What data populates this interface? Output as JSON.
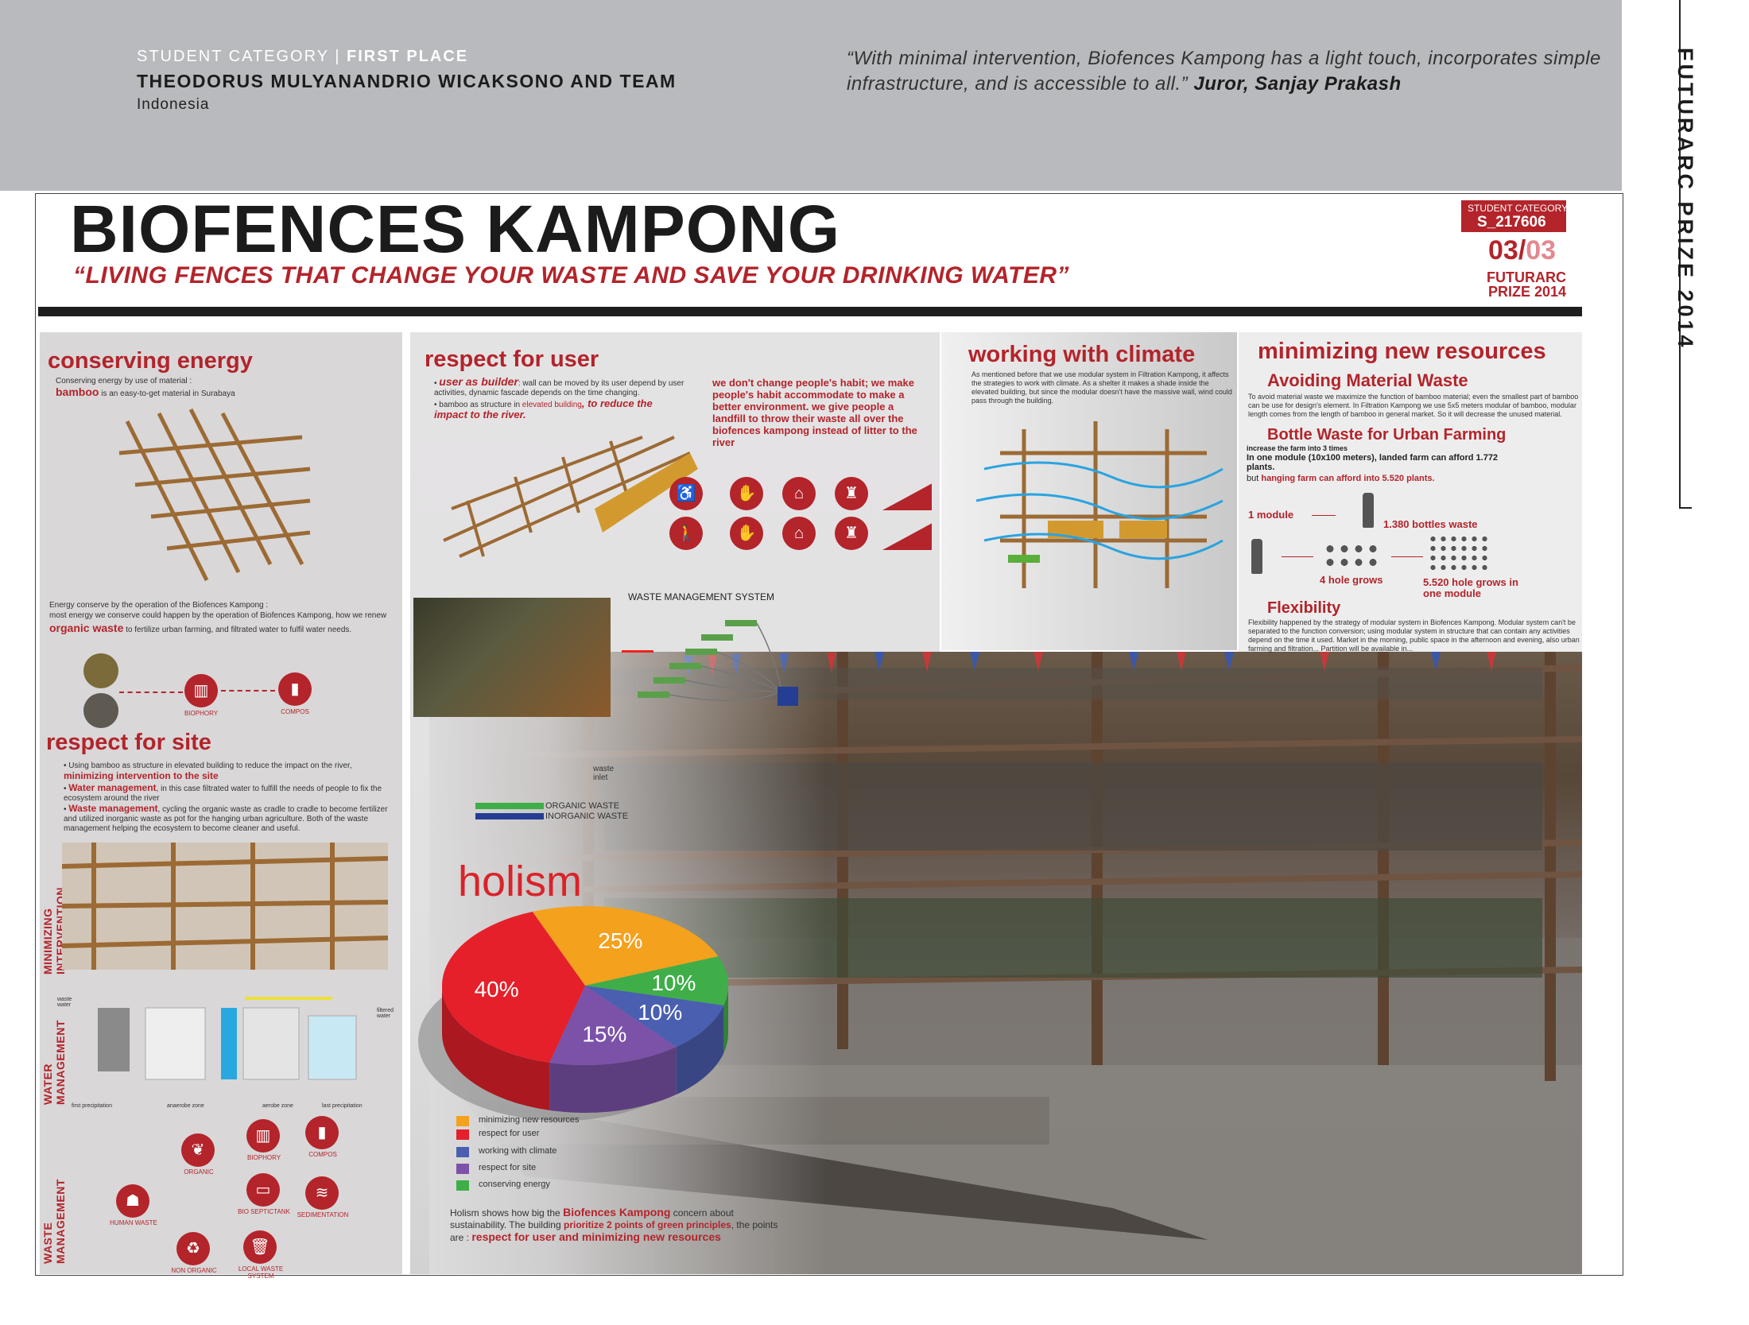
{
  "header": {
    "category": "STUDENT CATEGORY",
    "place": "FIRST PLACE",
    "team": "THEODORUS MULYANANDRIO WICAKSONO AND TEAM",
    "country": "Indonesia",
    "quote": "“With minimal intervention, Biofences Kampong has a light touch, incorporates simple infrastructure, and is accessible to all.”",
    "quote_author": "Juror, Sanjay Prakash",
    "rail_text": "FUTURARC PRIZE 2014"
  },
  "poster": {
    "title": "BIOFENCES KAMPONG",
    "subtitle": "“LIVING FENCES THAT CHANGE YOUR WASTE AND SAVE YOUR DRINKING WATER”",
    "badge_category": "STUDENT CATEGORY",
    "badge_code": "S_217606",
    "page_current": "03/",
    "page_total": "03",
    "prize_line1": "FUTURARC",
    "prize_line2": "PRIZE 2014"
  },
  "conserving": {
    "heading": "conserving energy",
    "intro": "Conserving energy by use of material :",
    "bamboo": "bamboo",
    "bamboo_rest": "is an easy-to-get material in Surabaya",
    "body1": "Energy conserve by the operation of the Biofences Kampong :",
    "body2": "most energy we conserve could happen by the operation of Biofences Kampong, how we renew",
    "organic": "organic waste",
    "body3": "to fertilize urban farming, and filtrated water to fulfil water needs.",
    "label_biophory": "BIOPHORY",
    "label_compos": "COMPOS"
  },
  "site": {
    "heading": "respect for site",
    "b1": "Using bamboo as structure in elevated building to reduce the impact on the river,",
    "b1_red": "minimizing intervention to the site",
    "b2_red": "Water management",
    "b2": ", in this case filtrated water to fulfill the needs of people to fix the ecosystem around the river",
    "b3_red": "Waste management",
    "b3": ", cycling the organic waste as cradle to cradle to become fertilizer and utilized inorganic waste as pot for the hanging urban agriculture. Both of the waste management helping the ecosystem to become cleaner and useful.",
    "v_minimizing": "MINIMIZING INTERVENTION",
    "v_water": "WATER MANAGEMENT",
    "v_waste": "WASTE MANAGEMENT",
    "water_labels": [
      "first precipitation",
      "anaerobe zone",
      "aerobe zone",
      "last precipitation"
    ],
    "filtered": "filtered water",
    "waste_water": "waste water",
    "waste_nodes": [
      "HUMAN WASTE",
      "ORGANIC",
      "NON ORGANIC",
      "BIOPHORY",
      "COMPOS",
      "BIO SEPTICTANK",
      "SEDIMENTATION",
      "LOCAL WASTE SYSTEM"
    ]
  },
  "user": {
    "heading": "respect for user",
    "b1_red": "user as builder",
    "b1": ": wall can be moved by its user depend by user activities, dynamic fascade depends on the time changing.",
    "b2": "bamboo as structure in",
    "b2_red": "elevated building",
    "b2_bold": ", to reduce the impact to the river.",
    "right_text": "we don't change people's habit; we make people's habit accommodate to make a better environment. we give people a landfill to throw their waste all over the biofences kampong instead of litter to the river",
    "wms_title": "WASTE MANAGEMENT SYSTEM",
    "waste_inlet": "waste inlet",
    "leg_organic": "ORGANIC WASTE",
    "leg_inorganic": "INORGANIC WASTE"
  },
  "climate": {
    "heading": "working with climate",
    "body": "As mentioned before that we use modular system in Filtration Kampong, it affects the strategies to work with climate. As a shelter it makes a shade inside the elevated building, but since the modular doesn't have the massive wall, wind could pass through the building."
  },
  "resources": {
    "heading": "minimizing new resources",
    "sub1": "Avoiding Material Waste",
    "body1": "To avoid material waste we maximize the function of bamboo material; even the smallest part of bamboo can be use for design's element. In Filtration Kampong we use 5x5 meters modular of bamboo, modular length comes from the length of bamboo in general market. So it will decrease the unused material.",
    "sub2": "Bottle Waste for Urban Farming",
    "b_line1": "increase the farm into 3 times",
    "b_line2": "In one module (10x100 meters), landed farm can afford 1.772 plants.",
    "b_line3_pre": "but",
    "b_line3": "hanging farm can afford into 5.520 plants.",
    "lbl_module": "1 module",
    "lbl_bottles": "1.380 bottles waste",
    "lbl_4hole": "4 hole grows",
    "lbl_5520": "5.520 hole grows in one module",
    "sub3": "Flexibility",
    "body3": "Flexibility happened by the strategy of modular system in Biofences Kampong. Modular system can't be separated to the function conversion; using modular system in structure that can contain any activities depend on the time it used. Market in the morning, public space in the afternoon and evening, also urban farming and filtration... Partition will be available in..."
  },
  "holism": {
    "title": "holism",
    "text_pre": "Holism shows how big the",
    "text_red1": "Biofences Kampong",
    "text_mid": "concern about sustainability. The building",
    "text_red2": "prioritize 2 points of green principles",
    "text_mid2": ", the points are :",
    "text_red3": "respect for user and minimizing new resources"
  },
  "chart_data": {
    "type": "pie",
    "title": "holism",
    "categories": [
      "minimizing new resources",
      "respect for user",
      "working with climate",
      "respect for site",
      "conserving energy"
    ],
    "values": [
      25,
      40,
      10,
      15,
      10
    ],
    "labels": [
      "25%",
      "40%",
      "10%",
      "15%",
      "10%"
    ],
    "colors": [
      "#f4a11d",
      "#e5202a",
      "#4a5fb0",
      "#7b52a8",
      "#3fae49"
    ],
    "legend_position": "bottom-left"
  }
}
